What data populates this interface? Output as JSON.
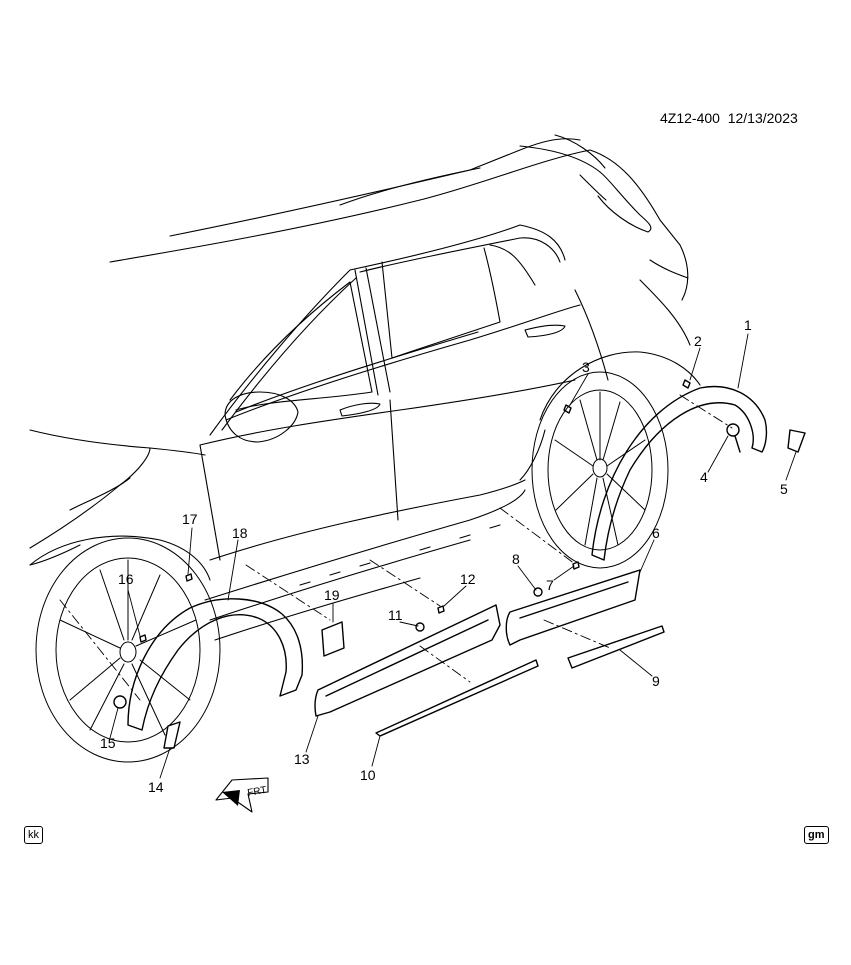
{
  "header": {
    "diagram_ref": "4Z12-400",
    "date": "12/13/2023"
  },
  "callouts": [
    "1",
    "2",
    "3",
    "4",
    "5",
    "6",
    "7",
    "8",
    "9",
    "10",
    "11",
    "12",
    "13",
    "14",
    "15",
    "16",
    "17",
    "18",
    "19"
  ],
  "front_arrow_label": "FRT",
  "footer": {
    "left_tag": "kk",
    "right_logo_text": "gm"
  }
}
